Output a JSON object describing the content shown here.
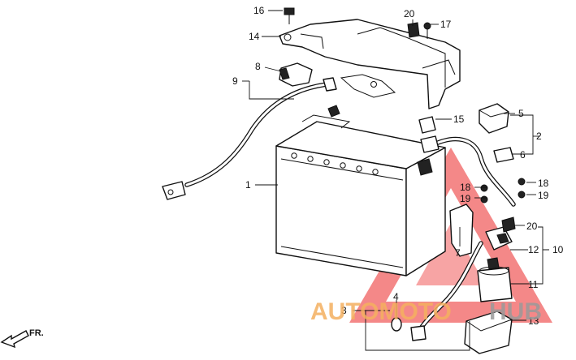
{
  "callouts": [
    {
      "id": "c1",
      "label": "1"
    },
    {
      "id": "c2",
      "label": "2"
    },
    {
      "id": "c3",
      "label": "3"
    },
    {
      "id": "c4",
      "label": "4"
    },
    {
      "id": "c5",
      "label": "5"
    },
    {
      "id": "c6",
      "label": "6"
    },
    {
      "id": "c7",
      "label": "7"
    },
    {
      "id": "c8",
      "label": "8"
    },
    {
      "id": "c9",
      "label": "9"
    },
    {
      "id": "c10",
      "label": "10"
    },
    {
      "id": "c11",
      "label": "11"
    },
    {
      "id": "c12",
      "label": "12"
    },
    {
      "id": "c13",
      "label": "13"
    },
    {
      "id": "c14",
      "label": "14"
    },
    {
      "id": "c15",
      "label": "15"
    },
    {
      "id": "c16",
      "label": "16"
    },
    {
      "id": "c17",
      "label": "17"
    },
    {
      "id": "c18a",
      "label": "18"
    },
    {
      "id": "c18b",
      "label": "18"
    },
    {
      "id": "c19a",
      "label": "19"
    },
    {
      "id": "c19b",
      "label": "19"
    },
    {
      "id": "c20a",
      "label": "20"
    },
    {
      "id": "c20b",
      "label": "20"
    }
  ],
  "direction_label": "FR.",
  "watermark": {
    "text_left": "AUTOMOTO",
    "text_right": "HUB",
    "colors": {
      "triangle": "#f05a5a",
      "text_left": "#f4b060",
      "text_right": "#9a9a9a"
    }
  }
}
